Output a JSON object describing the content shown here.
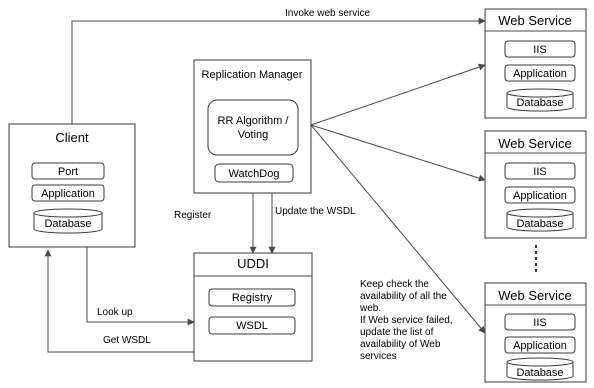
{
  "client": {
    "title": "Client",
    "items": [
      "Port",
      "Application"
    ],
    "database": "Database"
  },
  "replication_manager": {
    "title": "Replication Manager",
    "algorithm_line1": "RR Algorithm /",
    "algorithm_line2": "Voting",
    "watchdog": "WatchDog"
  },
  "uddi": {
    "title": "UDDI",
    "items": [
      "Registry",
      "WSDL"
    ]
  },
  "web_services": [
    {
      "title": "Web Service",
      "items": [
        "IIS",
        "Application"
      ],
      "database": "Database"
    },
    {
      "title": "Web Service",
      "items": [
        "IIS",
        "Application"
      ],
      "database": "Database"
    },
    {
      "title": "Web Service",
      "items": [
        "IIS",
        "Application"
      ],
      "database": "Database"
    }
  ],
  "edges": {
    "invoke": "Invoke web service",
    "register": "Register",
    "update_wsdl": "Update the WSDL",
    "look_up": "Look up",
    "get_wsdl": "Get WSDL"
  },
  "note_lines": [
    "Keep check the",
    "availability of all the",
    "web.",
    "If Web service failed,",
    "update the list of",
    "availability of Web",
    "services"
  ]
}
